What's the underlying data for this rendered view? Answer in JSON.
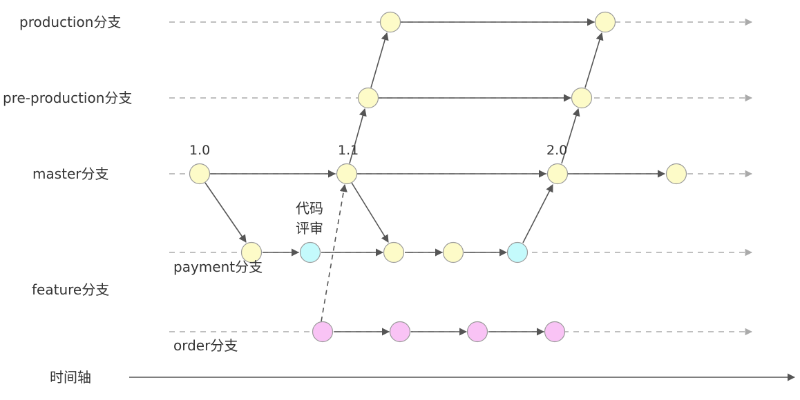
{
  "lanes": {
    "production": "production分支",
    "preproduction": "pre-production分支",
    "master": "master分支",
    "payment": "payment分支",
    "feature": "feature分支",
    "order": "order分支"
  },
  "versions": {
    "v10": "1.0",
    "v11": "1.1",
    "v20": "2.0"
  },
  "review": {
    "line1": "代码",
    "line2": "评审"
  },
  "timeline": "时间轴",
  "colors": {
    "main_commit": "#fdfbc8",
    "review_commit": "#c4fafc",
    "order_commit": "#f9c3f5",
    "node_stroke": "#9a9a9a",
    "arrow": "#555555",
    "dashed_guide": "#aaaaaa"
  }
}
